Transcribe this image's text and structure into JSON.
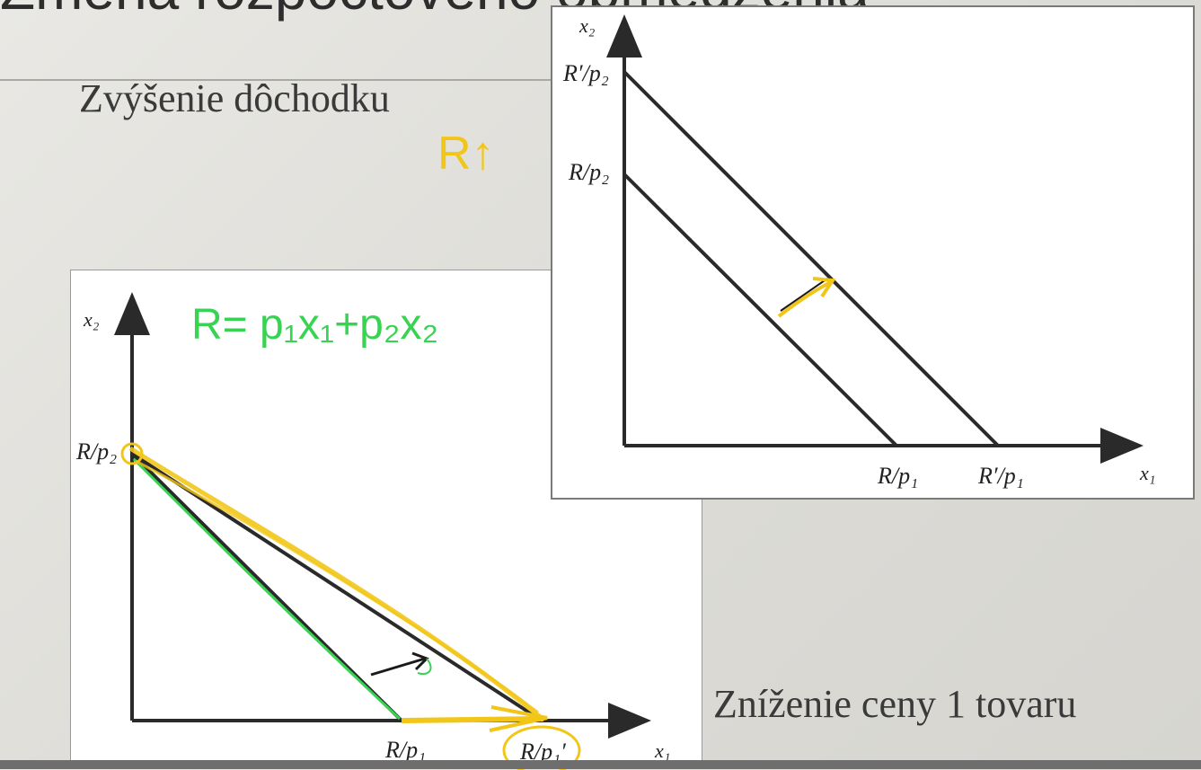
{
  "slide": {
    "title": "Zmena rozpočtového obmedzenia",
    "heading_income": "Zvýšenie dôchodku",
    "heading_price": "Zníženie ceny 1 tovaru"
  },
  "annotations": {
    "income_note": "R↑",
    "budget_equation": "R= p₁x₁+p₂x₂"
  },
  "diagram_income": {
    "y_axis_label": "x₂",
    "x_axis_label": "x₁",
    "y_intercept_new": "R′/p₂",
    "y_intercept_old": "R/p₂",
    "x_intercept_old": "R/p₁",
    "x_intercept_new": "R′/p₁"
  },
  "diagram_price": {
    "y_axis_label": "x₂",
    "x_axis_label": "x₁",
    "y_intercept": "R/p₂",
    "x_intercept_old": "R/p₁",
    "x_intercept_new": "R/p₁′"
  },
  "colors": {
    "line": "#2a2a2a",
    "highlight_yellow": "#f2c618",
    "highlight_green": "#39d353"
  }
}
